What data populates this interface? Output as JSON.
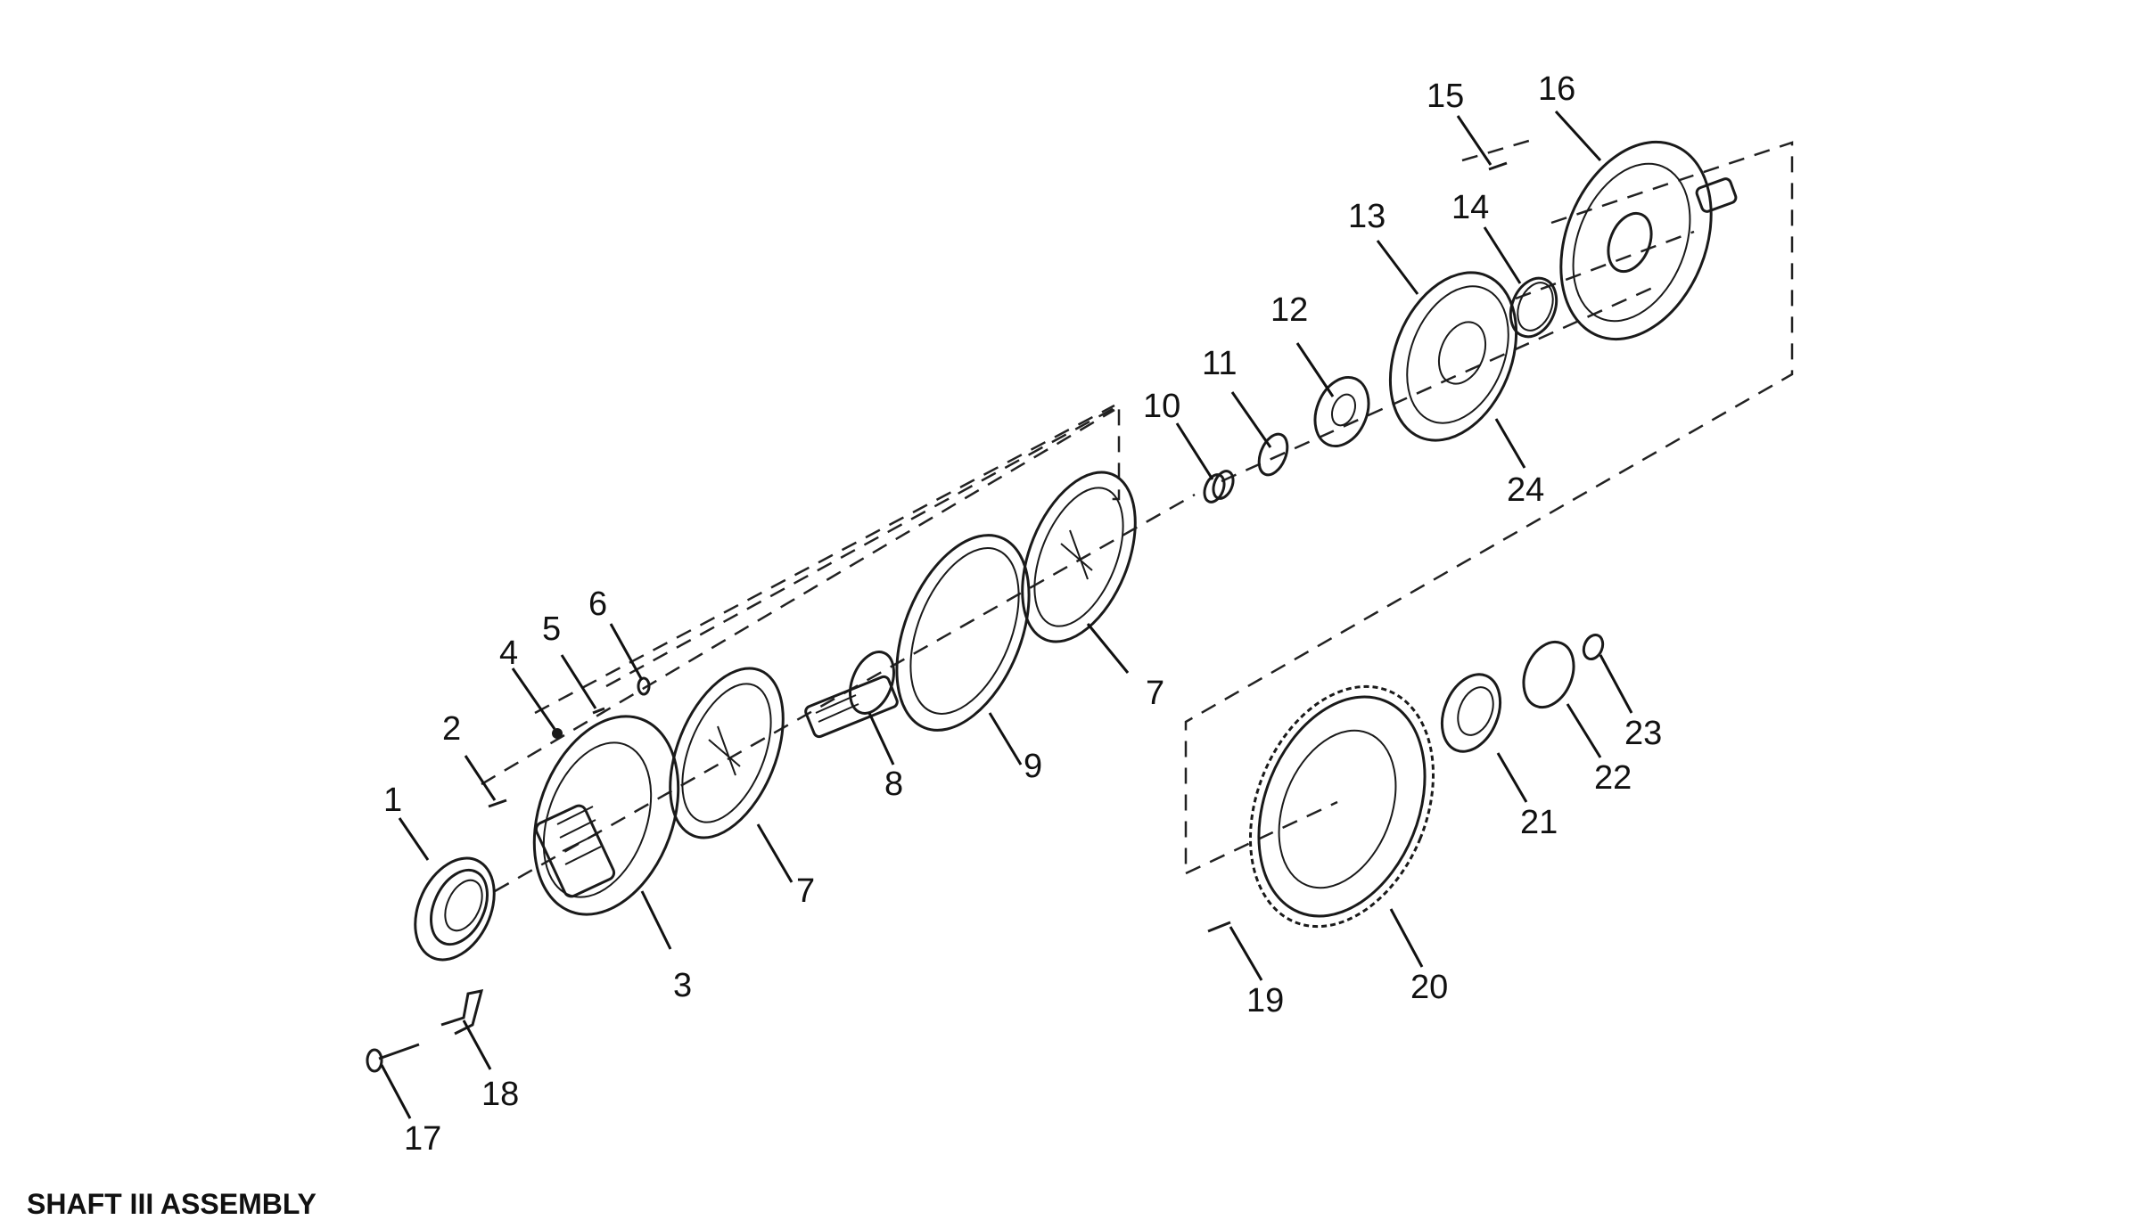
{
  "diagram": {
    "caption": "SHAFT III ASSEMBLY",
    "callouts": [
      {
        "id": "c1",
        "text": "1"
      },
      {
        "id": "c2",
        "text": "2"
      },
      {
        "id": "c3",
        "text": "3"
      },
      {
        "id": "c4",
        "text": "4"
      },
      {
        "id": "c5",
        "text": "5"
      },
      {
        "id": "c6",
        "text": "6"
      },
      {
        "id": "c7a",
        "text": "7"
      },
      {
        "id": "c7b",
        "text": "7"
      },
      {
        "id": "c8",
        "text": "8"
      },
      {
        "id": "c9",
        "text": "9"
      },
      {
        "id": "c10",
        "text": "10"
      },
      {
        "id": "c11",
        "text": "11"
      },
      {
        "id": "c12",
        "text": "12"
      },
      {
        "id": "c13",
        "text": "13"
      },
      {
        "id": "c14",
        "text": "14"
      },
      {
        "id": "c15",
        "text": "15"
      },
      {
        "id": "c16",
        "text": "16"
      },
      {
        "id": "c17",
        "text": "17"
      },
      {
        "id": "c18",
        "text": "18"
      },
      {
        "id": "c19",
        "text": "19"
      },
      {
        "id": "c20",
        "text": "20"
      },
      {
        "id": "c21",
        "text": "21"
      },
      {
        "id": "c22",
        "text": "22"
      },
      {
        "id": "c23",
        "text": "23"
      },
      {
        "id": "c24",
        "text": "24"
      }
    ]
  }
}
